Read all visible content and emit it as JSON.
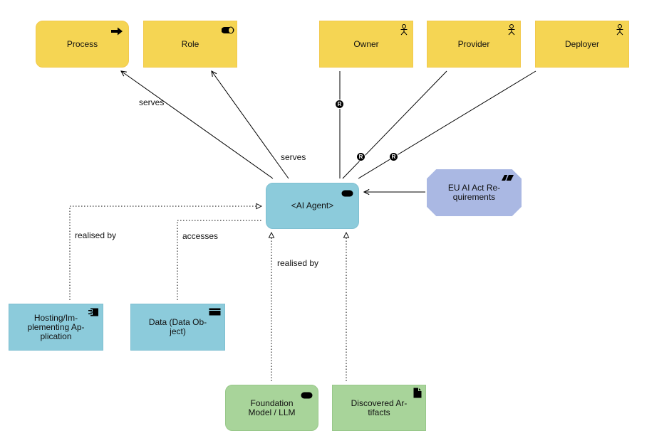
{
  "nodes": {
    "process": {
      "label": "Process",
      "icon": "process-arrow-icon",
      "color": "#f5d553"
    },
    "role": {
      "label": "Role",
      "icon": "role-icon",
      "color": "#f5d553"
    },
    "owner": {
      "label": "Owner",
      "icon": "actor-icon",
      "color": "#f5d553"
    },
    "provider": {
      "label": "Provider",
      "icon": "actor-icon",
      "color": "#f5d553"
    },
    "deployer": {
      "label": "Deployer",
      "icon": "actor-icon",
      "color": "#f5d553"
    },
    "ai_agent": {
      "label": "<AI Agent>",
      "icon": "service-icon",
      "color": "#8ccbdb"
    },
    "eu_ai_act": {
      "label": "EU AI Act Re-\nquirements",
      "icon": "requirement-icon",
      "color": "#aab8e3"
    },
    "hosting_app": {
      "label": "Hosting/Im-\nplementing Ap-\nplication",
      "icon": "component-icon",
      "color": "#8ccbdb"
    },
    "data_object": {
      "label": "Data (Data Ob-\nject)",
      "icon": "data-object-icon",
      "color": "#8ccbdb"
    },
    "foundation_model": {
      "label": "Foundation\nModel / LLM",
      "icon": "service-icon",
      "color": "#a8d49a"
    },
    "discovered_artifacts": {
      "label": "Discovered Ar-\ntifacts",
      "icon": "artifact-icon",
      "color": "#a8d49a"
    }
  },
  "edges": {
    "serves_process": "serves",
    "serves_role": "serves",
    "realised_by_hosting": "realised by",
    "accesses_data": "accesses",
    "realised_by_foundation": "realised by",
    "assignment_badge": "R"
  }
}
